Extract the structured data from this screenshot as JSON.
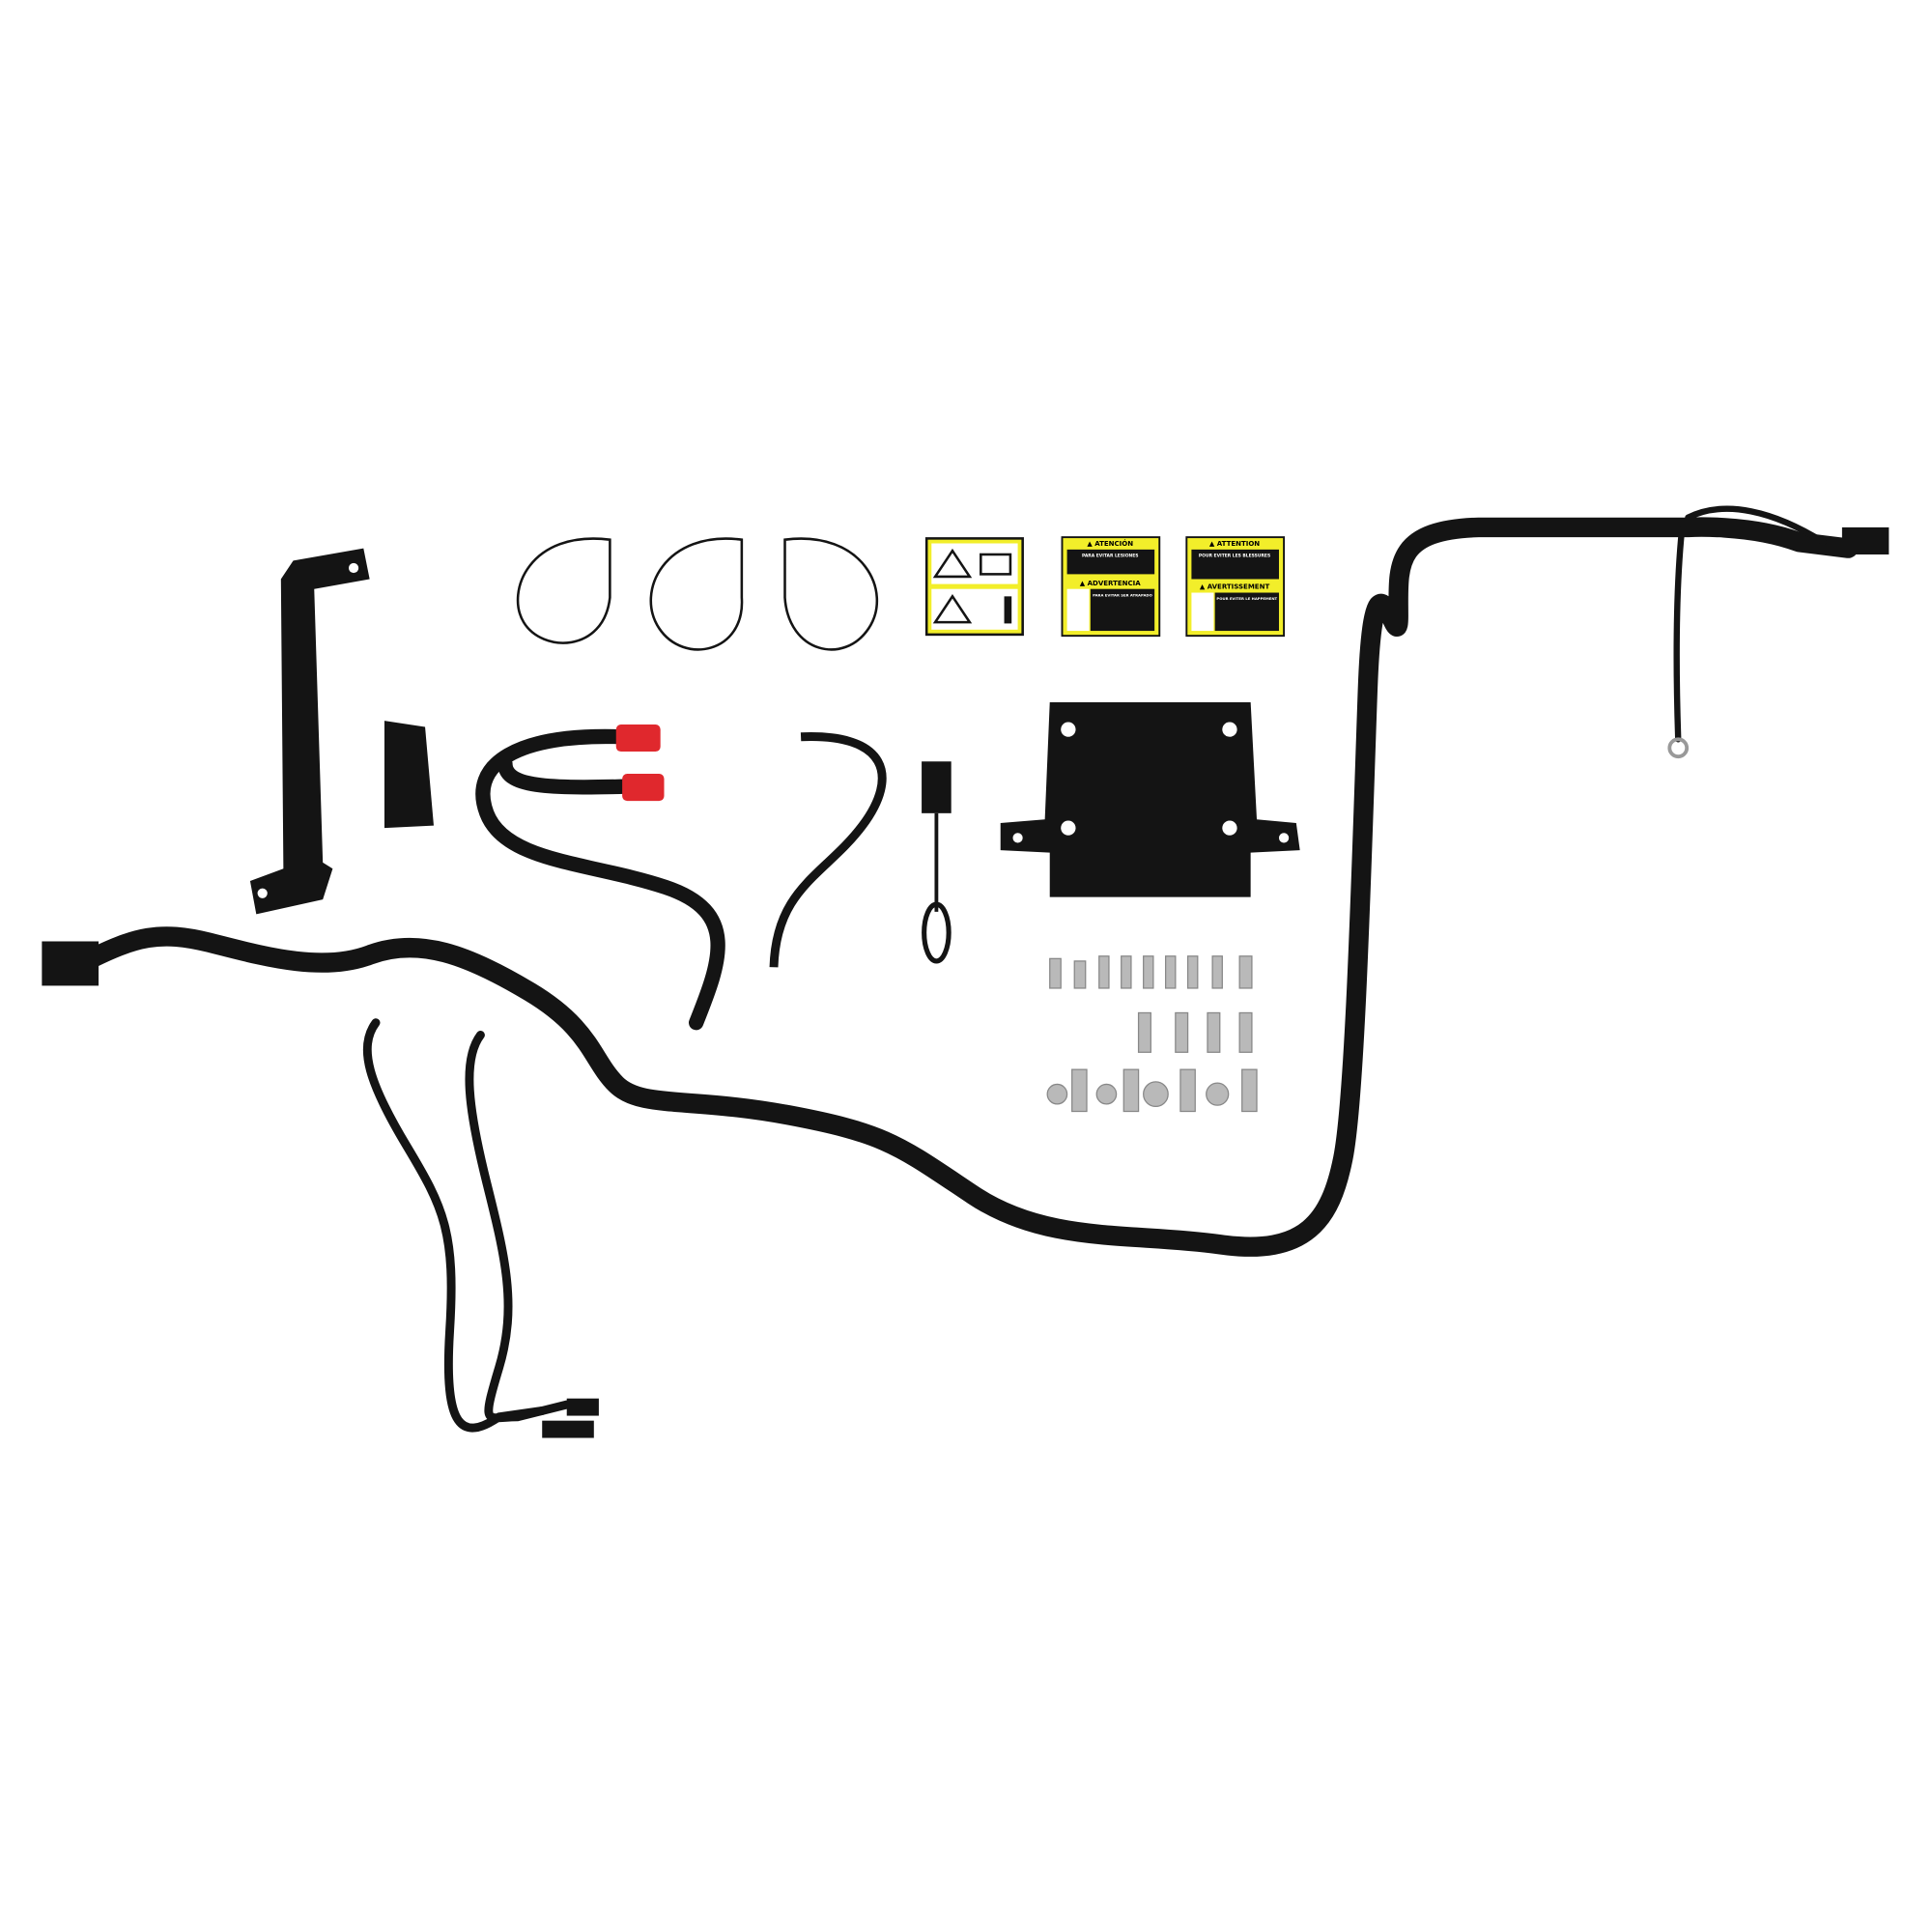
{
  "colors": {
    "background": "#ffffff",
    "harness": "#141414",
    "terminal_red": "#e0282d",
    "label_yellow": "#f2ee2a",
    "hardware_silver": "#b9b9b9"
  },
  "labels": {
    "pictogram": {
      "icons": [
        "warning-icon",
        "manual-icon",
        "warning-icon",
        "distance-person-icon"
      ]
    },
    "spanish": {
      "heading1": "▲ ATENCIÓN",
      "sub1": "PARA EVITAR LESIONES",
      "heading2": "▲ ADVERTENCIA",
      "sub2": "PARA EVITAR SER ATRAPADO"
    },
    "french": {
      "heading1": "▲ ATTENTION",
      "sub1": "POUR EVITER LES BLESSURES",
      "heading2": "▲ AVERTISSEMENT",
      "sub2": "POUR EVITER LE HAPPEMENT"
    }
  }
}
